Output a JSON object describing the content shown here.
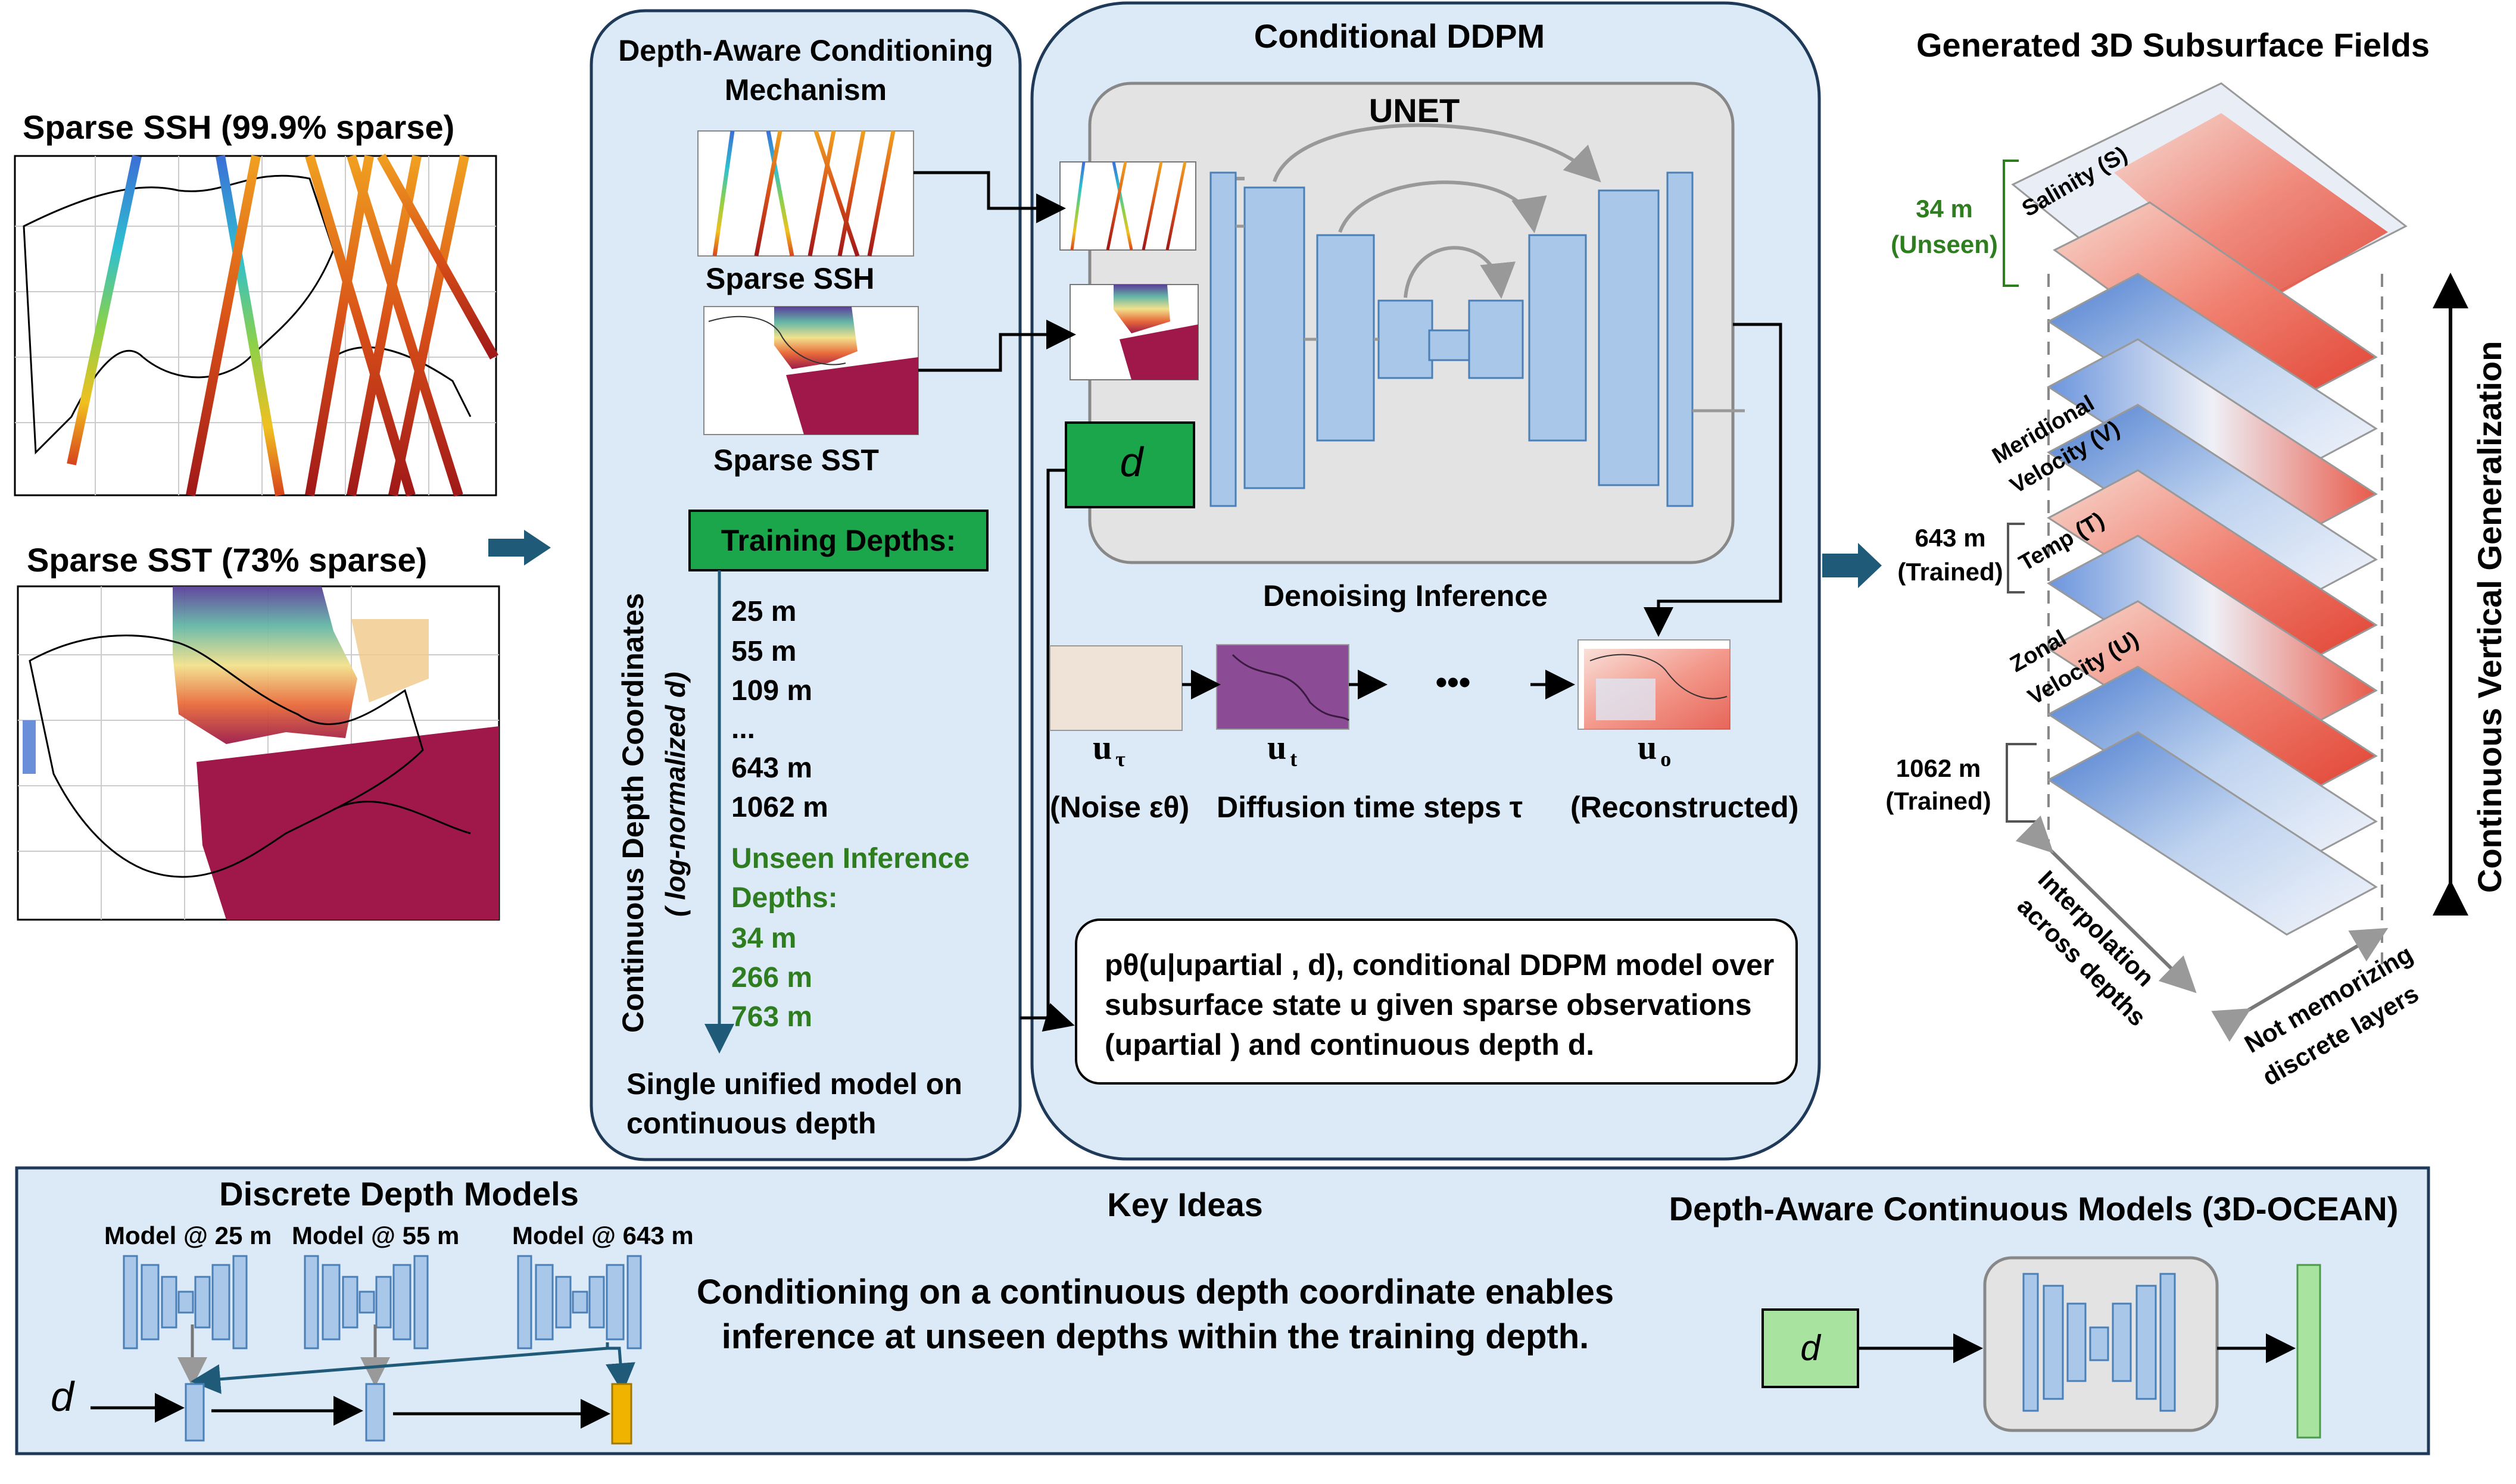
{
  "left": {
    "ssh_title": "Sparse SSH (99.9% sparse)",
    "sst_title": "Sparse SST (73% sparse)"
  },
  "conditioning": {
    "title_line1": "Depth-Aware Conditioning",
    "title_line2": "Mechanism",
    "ssh_label": "Sparse SSH",
    "sst_label": "Sparse SST",
    "vertical_label": "Continuous Depth Coordinates",
    "vertical_sub": "( log-normalized d)",
    "training_header": "Training Depths:",
    "training_depths": [
      "25 m",
      "55 m",
      "109 m",
      "...",
      "643 m",
      "1062 m"
    ],
    "unseen_header_1": "Unseen Inference",
    "unseen_header_2": "Depths:",
    "unseen_depths": [
      "34 m",
      "266 m",
      "763 m"
    ],
    "footer_1": "Single unified model on",
    "footer_2": "continuous depth"
  },
  "ddpm": {
    "title": "Conditional DDPM",
    "unet_label": "UNET",
    "d_label": "d",
    "denoise_title": "Denoising Inference",
    "u_tau": "u",
    "u_tau_sub": "τ",
    "u_t": "u",
    "u_t_sub": "t",
    "u_o": "u",
    "u_o_sub": "o",
    "dots": "•••",
    "noise_label": "(Noise εθ)",
    "diffusion_label": "Diffusion time steps τ",
    "recon_label": "(Reconstructed)",
    "formula_line1": "pθ(u|upartial , d), conditional DDPM model over",
    "formula_line2": "subsurface state u given sparse observations",
    "formula_line3": "(upartial ) and continuous depth d."
  },
  "generated": {
    "title": "Generated 3D Subsurface Fields",
    "depth_34": "34 m",
    "depth_34_status": "(Unseen)",
    "depth_643": "643 m",
    "depth_643_status": "(Trained)",
    "depth_1062": "1062 m",
    "depth_1062_status": "(Trained)",
    "layer_salinity": "Salinity (S)",
    "layer_meridional_1": "Meridional",
    "layer_meridional_2": "Velocity (V)",
    "layer_temp": "Temp (T)",
    "layer_zonal_1": "Zonal",
    "layer_zonal_2": "Velocity (U)",
    "interp_1": "Interpolation",
    "interp_2": "across depths",
    "notmem_1": "Not memorizing",
    "notmem_2": "discrete layers",
    "side_label": "Continuous Vertical Generalization"
  },
  "bottom": {
    "discrete_title": "Discrete Depth Models",
    "model_25": "Model @ 25 m",
    "model_55": "Model @ 55 m",
    "model_643": "Model @ 643 m",
    "d_label": "d",
    "key_title": "Key Ideas",
    "key_line1": "Conditioning on a continuous depth coordinate enables",
    "key_line2": "inference at unseen depths within the training depth.",
    "continuous_title": "Depth-Aware Continuous Models (3D-OCEAN)",
    "cont_d": "d"
  },
  "colors": {
    "panel_fill": "#dce9f7",
    "unet_block": "#a9c8e9",
    "green_box": "#1ca64c",
    "light_green": "#a8e3a0",
    "gold": "#f0b400",
    "arrow_blue": "#1f5a78"
  }
}
